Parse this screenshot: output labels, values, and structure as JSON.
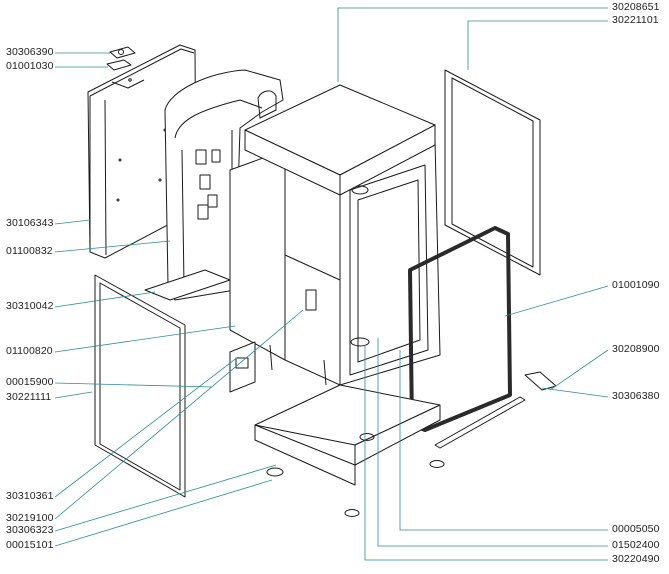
{
  "colors": {
    "leader": "#2a8f8f",
    "part": "#1a1a1a",
    "seal": "#2a2a2a",
    "hose": "#3a4fb0"
  },
  "labels_left": [
    {
      "id": "lbl-30306390",
      "text": "30306390"
    },
    {
      "id": "lbl-01001030",
      "text": "01001030"
    },
    {
      "id": "lbl-30106343",
      "text": "30106343"
    },
    {
      "id": "lbl-01100832",
      "text": "01100832"
    },
    {
      "id": "lbl-30310042",
      "text": "30310042"
    },
    {
      "id": "lbl-01100820",
      "text": "01100820"
    },
    {
      "id": "lbl-00015900",
      "text": "00015900"
    },
    {
      "id": "lbl-30221111",
      "text": "30221111"
    },
    {
      "id": "lbl-30310361",
      "text": "30310361"
    },
    {
      "id": "lbl-30219100",
      "text": "30219100"
    },
    {
      "id": "lbl-30306323",
      "text": "30306323"
    },
    {
      "id": "lbl-00015101",
      "text": "00015101"
    }
  ],
  "labels_right": [
    {
      "id": "lbl-30208651",
      "text": "30208651"
    },
    {
      "id": "lbl-30221101",
      "text": "30221101"
    },
    {
      "id": "lbl-01001090",
      "text": "01001090"
    },
    {
      "id": "lbl-30208900",
      "text": "30208900"
    },
    {
      "id": "lbl-30306380",
      "text": "30306380"
    },
    {
      "id": "lbl-00005050",
      "text": "00005050"
    },
    {
      "id": "lbl-01502400",
      "text": "01502400"
    },
    {
      "id": "lbl-30220490",
      "text": "30220490"
    }
  ]
}
